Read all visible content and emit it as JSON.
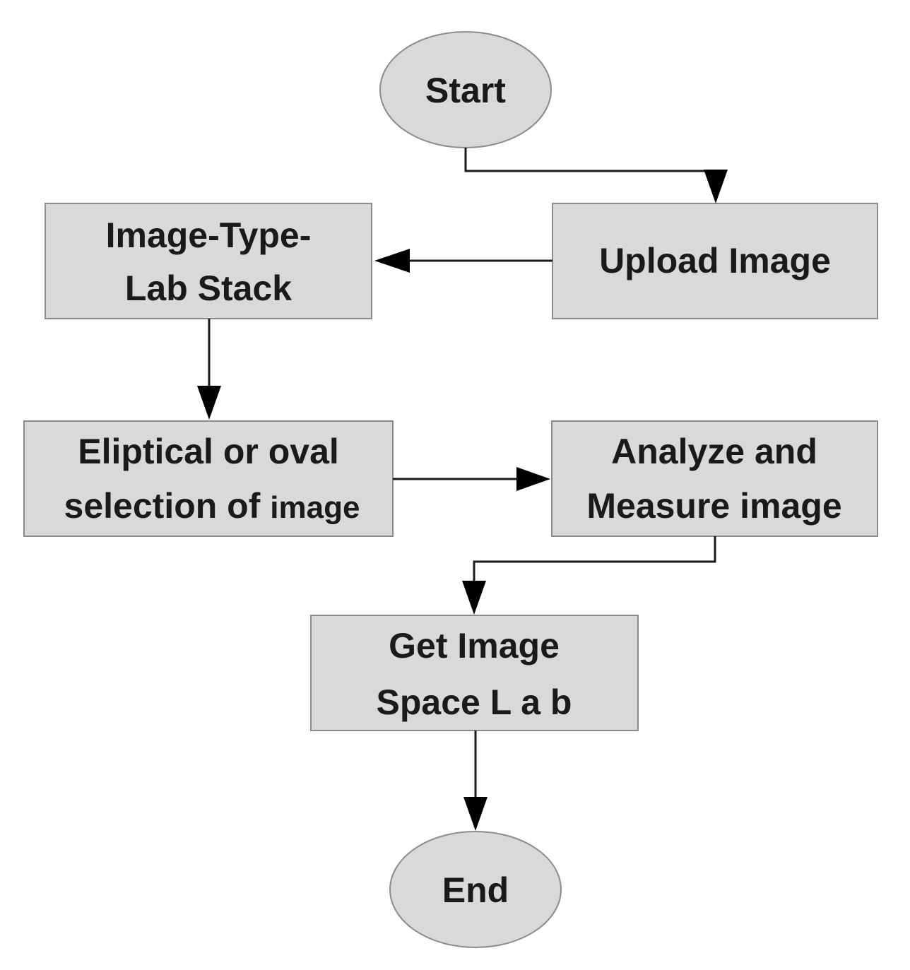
{
  "nodes": {
    "start": {
      "label": "Start"
    },
    "upload": {
      "label": "Upload Image"
    },
    "stack": {
      "line1": "Image-Type-",
      "line2": "Lab Stack"
    },
    "selection": {
      "line1": "Eliptical or oval",
      "line2a": "selection of ",
      "line2b": "image"
    },
    "analyze": {
      "line1": "Analyze and",
      "line2": "Measure image"
    },
    "lab": {
      "line1": "Get Image",
      "line2": "Space L a b"
    },
    "end": {
      "label": "End"
    }
  },
  "colors": {
    "node_fill": "#d9d9d9",
    "node_border": "#8c8c8c",
    "text": "#1a1a1a",
    "arrow": "#000000"
  }
}
